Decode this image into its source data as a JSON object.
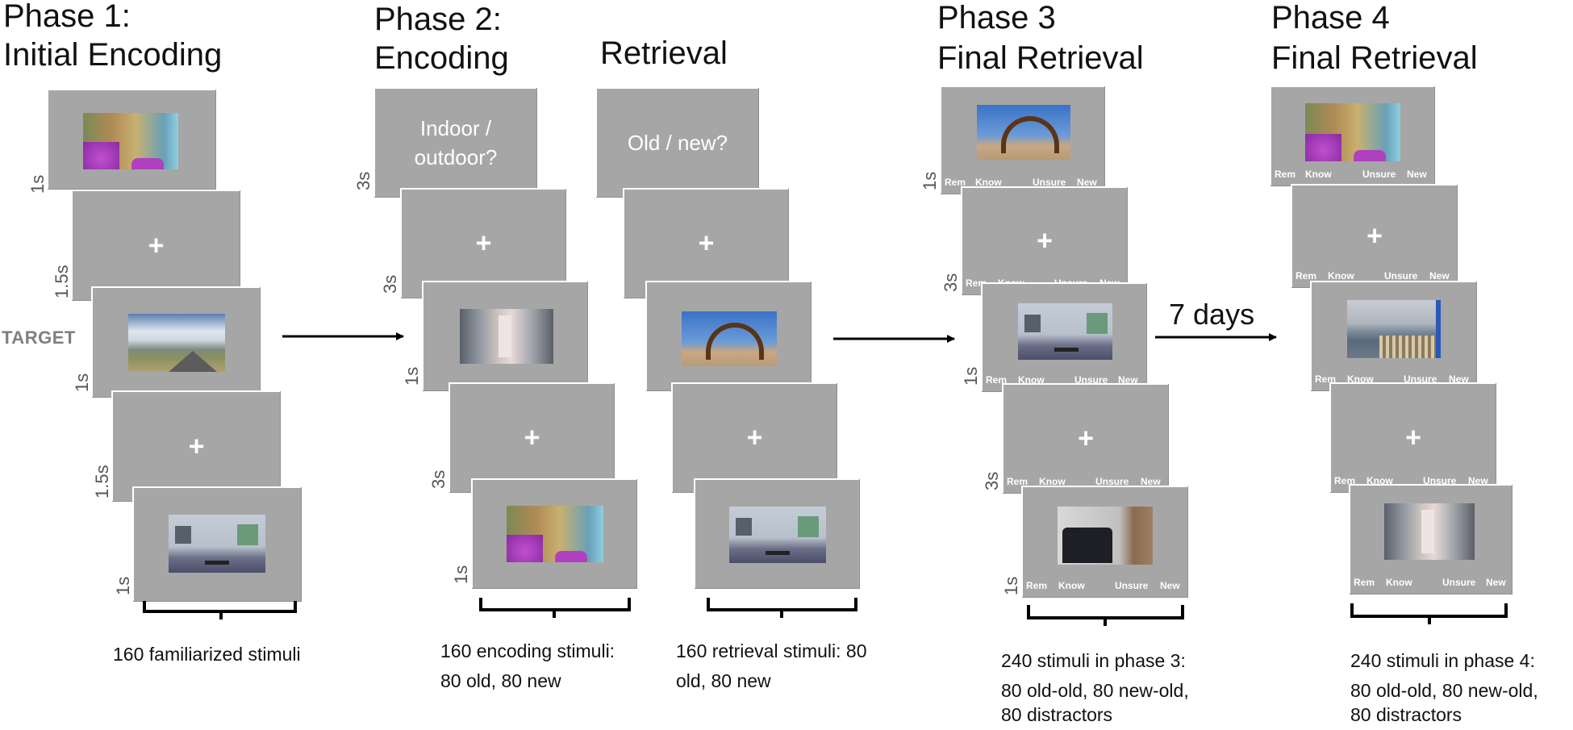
{
  "phases": {
    "p1": {
      "line1": "Phase 1:",
      "line2": "Initial Encoding"
    },
    "p2": {
      "line1": "Phase 2:",
      "line2": "Encoding",
      "retrieval": "Retrieval"
    },
    "p3": {
      "line1": "Phase 3",
      "line2": "Final Retrieval"
    },
    "p4": {
      "line1": "Phase 4",
      "line2": "Final Retrieval"
    }
  },
  "prompts": {
    "indoor": "Indoor / outdoor?",
    "oldnew": "Old / new?"
  },
  "fixation": "+",
  "target_label": "TARGET",
  "delay_label": "7 days",
  "responses": {
    "rem": "Rem",
    "know": "Know",
    "unsure": "Unsure",
    "new": "New"
  },
  "timings": {
    "t1s": "1s",
    "t1_5s": "1.5s",
    "t3s": "3s"
  },
  "captions": {
    "p1": "160 familiarized stimuli",
    "p2_enc_1": "160 encoding stimuli:",
    "p2_enc_2": "80 old, 80 new",
    "p2_ret_1": "160 retrieval stimuli: 80",
    "p2_ret_2": "old, 80 new",
    "p3_1": "240 stimuli in phase 3:",
    "p3_2": "80 old-old, 80 new-old,",
    "p3_3": "80 distractors",
    "p4_1": "240 stimuli in phase 4:",
    "p4_2": "80 old-old, 80 new-old,",
    "p4_3": "80 distractors"
  },
  "images": [
    "flowers-garden-photo",
    "mountain-road-photo",
    "art-gallery-photo",
    "hallway-room-photo",
    "sculpture-plaza-photo",
    "living-room-sofa-photo",
    "lake-dock-photo"
  ],
  "colors": {
    "frame": "#a6a6a6",
    "arrow": "#000000",
    "text": "#111111"
  }
}
